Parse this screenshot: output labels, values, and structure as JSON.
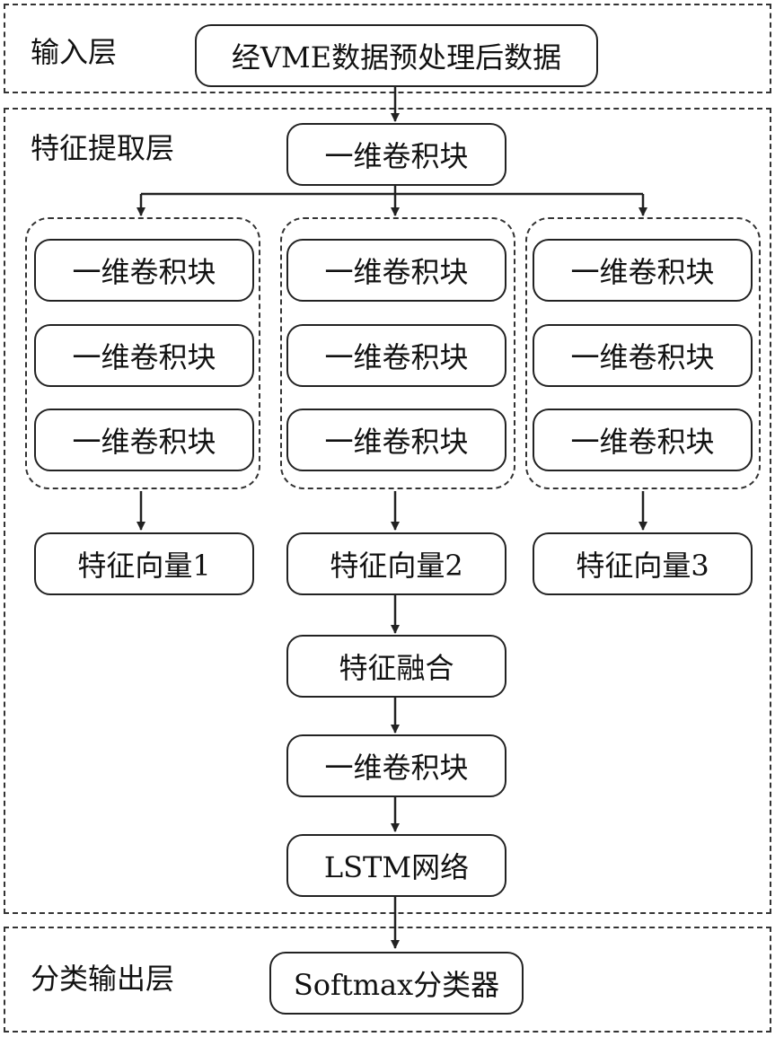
{
  "layers": {
    "input_label": "输入层",
    "feature_label": "特征提取层",
    "output_label": "分类输出层"
  },
  "nodes": {
    "input_data": "经VME数据预处理后数据",
    "conv_top": "一维卷积块",
    "branch1": [
      "一维卷积块",
      "一维卷积块",
      "一维卷积块"
    ],
    "branch2": [
      "一维卷积块",
      "一维卷积块",
      "一维卷积块"
    ],
    "branch3": [
      "一维卷积块",
      "一维卷积块",
      "一维卷积块"
    ],
    "feature_vector_1": "特征向量1",
    "feature_vector_2": "特征向量2",
    "feature_vector_3": "特征向量3",
    "feature_fusion": "特征融合",
    "conv_after_fusion": "一维卷积块",
    "lstm": "LSTM网络",
    "softmax": "Softmax分类器"
  }
}
